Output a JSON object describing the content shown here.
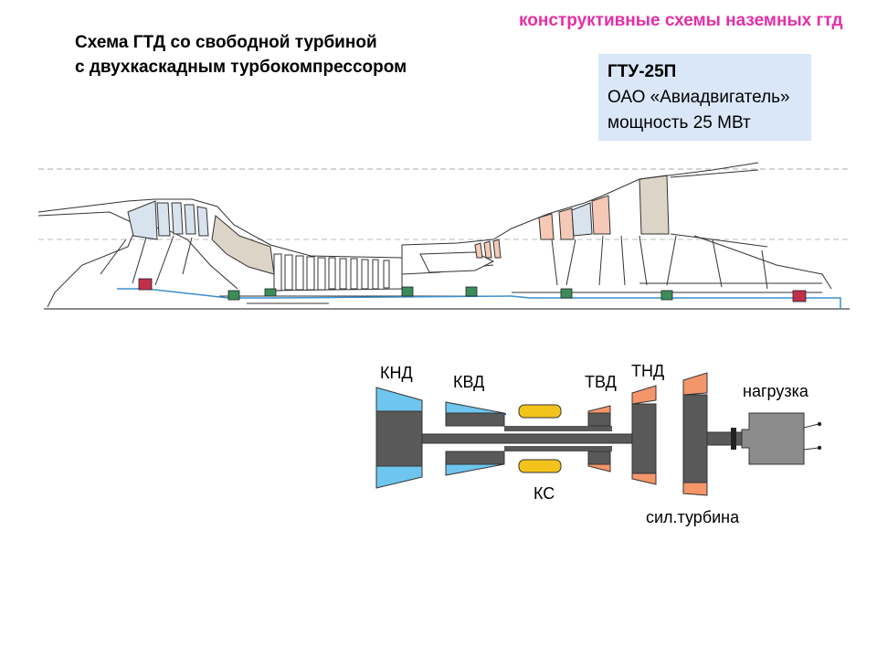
{
  "header": {
    "category": "конструктивные схемы наземных гтд"
  },
  "title": {
    "line1": "Схема ГТД со свободной турбиной",
    "line2": "с двухкаскадным турбокомпрессором"
  },
  "info": {
    "name": "ГТУ-25П",
    "maker": "ОАО «Авиадвигатель»",
    "power": "мощность 25 МВт"
  },
  "schematic": {
    "labels": {
      "lpc": "КНД",
      "hpc": "КВД",
      "hpt": "ТВД",
      "lpt": "ТНД",
      "load": "нагрузка",
      "combustor": "КС",
      "power_turbine": "сил.турбина"
    },
    "colors": {
      "compressor": "#6ec6ee",
      "turbine": "#f4956a",
      "combustor": "#f3c31b",
      "shaft": "#595959",
      "load": "#8c8c8c"
    }
  },
  "drawing": {
    "colors": {
      "bearing_green": "#3c8c5a",
      "bearing_red": "#c0304a",
      "oil_line": "#3a8fd0",
      "compressor_fill": "#d8e3ee",
      "diffuser_fill": "#ddd4c8",
      "turbine_fill": "#f5c9b5"
    }
  }
}
